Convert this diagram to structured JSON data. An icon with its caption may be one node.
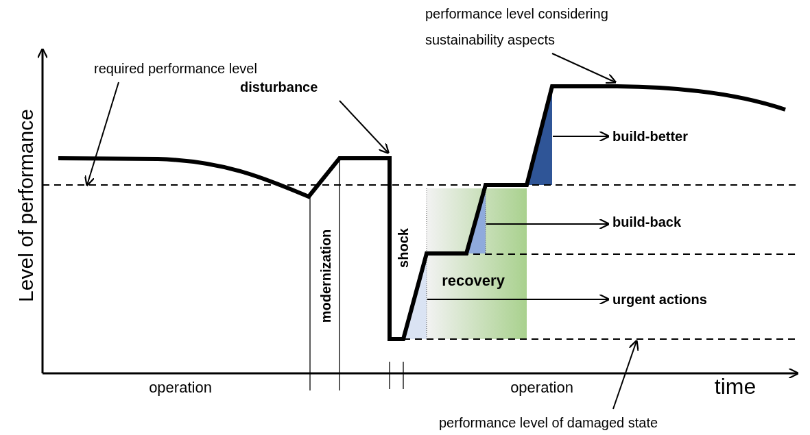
{
  "diagram": {
    "nodes": [
      {
        "text": [
          "required performance level"
        ]
      },
      {
        "text": [
          "disturbance"
        ]
      },
      {
        "text": [
          "performance level considering sustainability aspects"
        ]
      },
      {
        "text": [
          "performance level of damaged state"
        ]
      },
      {
        "text": [
          "build-better"
        ]
      },
      {
        "text": [
          "build-back"
        ]
      },
      {
        "text": [
          "urgent actions"
        ]
      },
      {
        "text": [],
        "shape": "triangle"
      },
      {
        "text": [],
        "shape": "triangle"
      },
      {
        "text": [],
        "shape": "triangle"
      }
    ],
    "edges": [
      {
        "from": 0,
        "to": null,
        "arrow": "to"
      },
      {
        "from": 1,
        "to": null,
        "arrow": "to"
      },
      {
        "from": 2,
        "to": null,
        "arrow": "to"
      },
      {
        "from": 3,
        "to": null,
        "arrow": "to"
      },
      {
        "from": 7,
        "to": 4,
        "arrow": "to"
      },
      {
        "from": 8,
        "to": 5,
        "arrow": "to"
      },
      {
        "from": 9,
        "to": 6,
        "arrow": "to"
      }
    ],
    "labels": [
      "Level of performance",
      "modernization",
      "shock",
      "recovery",
      "operation",
      "operation",
      "time"
    ]
  }
}
